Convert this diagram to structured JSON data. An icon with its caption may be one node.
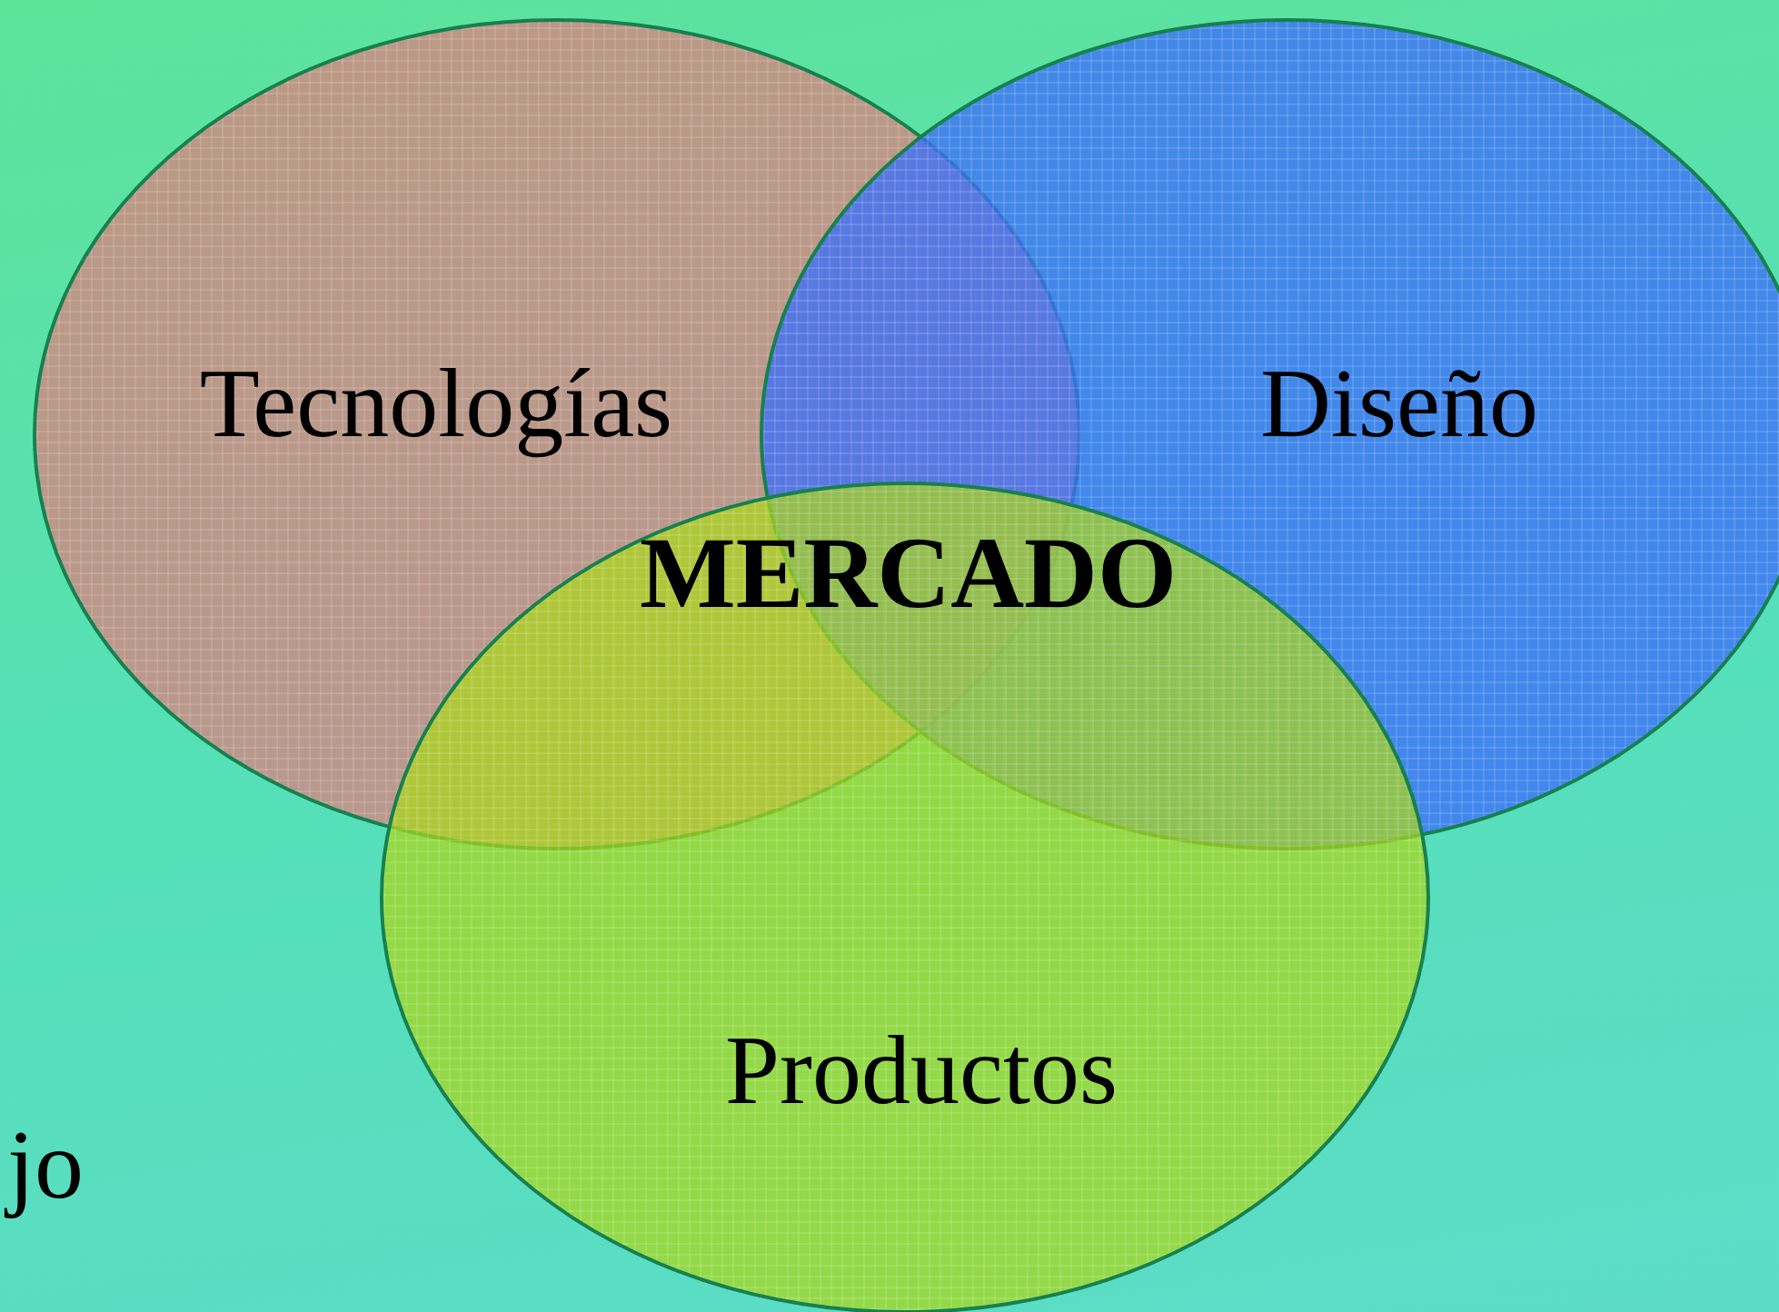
{
  "diagram": {
    "nodes": [
      {
        "text": [
          "Tecnologías"
        ]
      },
      {
        "text": [
          "Diseño"
        ]
      },
      {
        "text": [
          "Productos"
        ]
      }
    ],
    "edges": [],
    "labels": [
      "MERCADO",
      "jo"
    ]
  }
}
